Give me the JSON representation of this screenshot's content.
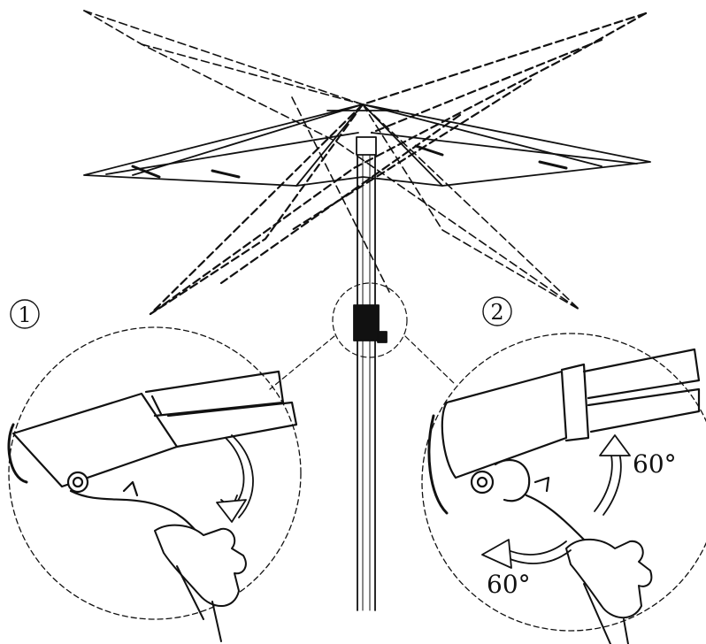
{
  "steps": [
    {
      "number": "1"
    },
    {
      "number": "2"
    }
  ],
  "angles": {
    "up": "60°",
    "side": "60°"
  },
  "colors": {
    "ink": "#111111",
    "background": "#ffffff"
  }
}
